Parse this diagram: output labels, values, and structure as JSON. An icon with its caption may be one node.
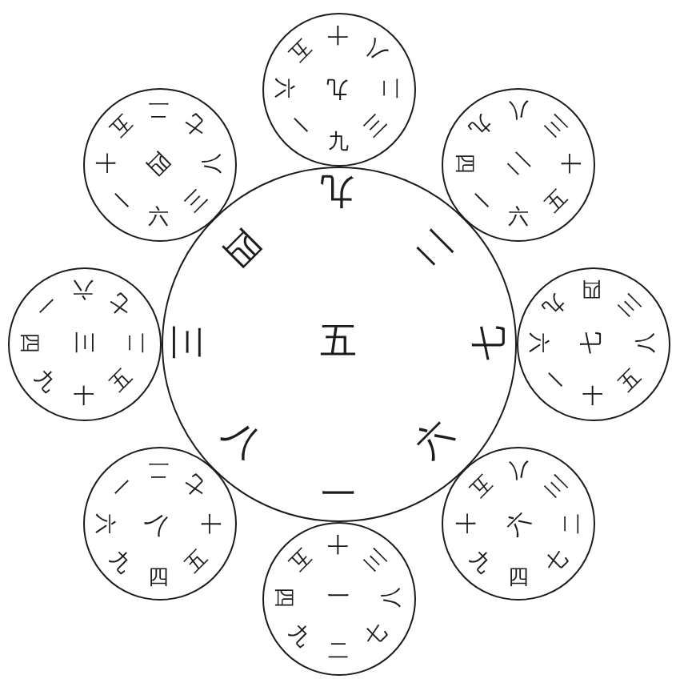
{
  "diagram": {
    "nodes": [
      {
        "text": [
          "五",
          "九",
          "二",
          "七",
          "六",
          "一",
          "八",
          "三",
          "四"
        ]
      },
      {
        "text": [
          "九",
          "十",
          "八",
          "二",
          "三",
          "九",
          "一",
          "六",
          "五"
        ]
      },
      {
        "text": [
          "二",
          "八",
          "三",
          "十",
          "五",
          "六",
          "一",
          "四",
          "九"
        ]
      },
      {
        "text": [
          "七",
          "四",
          "三",
          "八",
          "五",
          "十",
          "一",
          "六",
          "九"
        ]
      },
      {
        "text": [
          "六",
          "八",
          "三",
          "二",
          "七",
          "四",
          "九",
          "十",
          "五"
        ]
      },
      {
        "text": [
          "一",
          "十",
          "三",
          "八",
          "七",
          "二",
          "九",
          "四",
          "五"
        ]
      },
      {
        "text": [
          "八",
          "二",
          "七",
          "十",
          "五",
          "四",
          "九",
          "六",
          "一"
        ]
      },
      {
        "text": [
          "三",
          "六",
          "七",
          "二",
          "五",
          "十",
          "九",
          "四",
          "一"
        ]
      },
      {
        "text": [
          "四",
          "二",
          "七",
          "八",
          "三",
          "六",
          "一",
          "十",
          "五"
        ]
      }
    ]
  }
}
